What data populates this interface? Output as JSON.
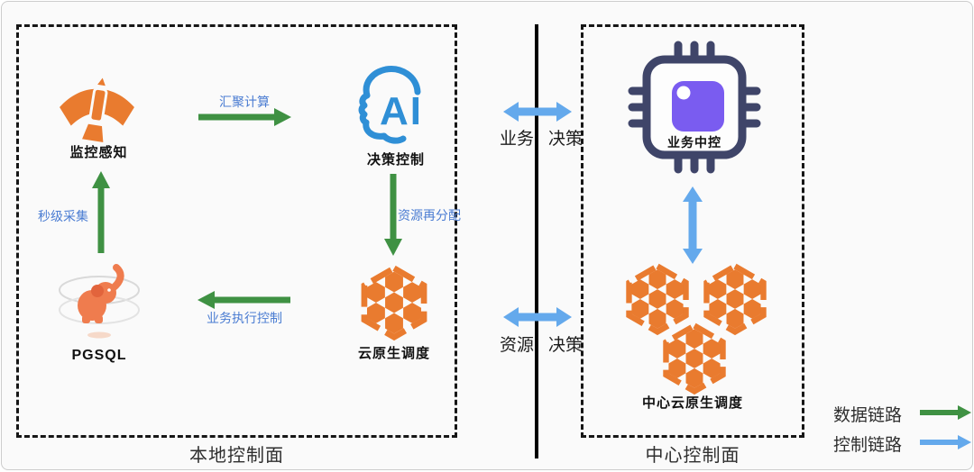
{
  "left_panel": {
    "title": "本地控制面",
    "monitor_label": "监控感知",
    "ai_label": "决策控制",
    "ai_icon_text": "AI",
    "cloud_label": "云原生调度",
    "pgsql_label": "PGSQL",
    "edge_aggregate": "汇聚计算",
    "edge_reallocate": "资源再分配",
    "edge_exec": "业务执行控制",
    "edge_collect": "秒级采集"
  },
  "divider": {
    "top_left": "业务",
    "top_right": "决策",
    "bottom_left": "资源",
    "bottom_right": "决策"
  },
  "right_panel": {
    "title": "中心控制面",
    "chip_label": "业务中控",
    "scheduler_label": "中心云原生调度"
  },
  "legend": {
    "data_link": "数据链路",
    "control_link": "控制链路"
  },
  "colors": {
    "green": "#3f9143",
    "blue": "#64a9ec",
    "edge": "#4a7cd2",
    "ai": "#2f8fd6",
    "orange": "#e97b2f",
    "pg": "#ef7c4e",
    "navy": "#3f4569",
    "purple": "#7a5cf0"
  }
}
